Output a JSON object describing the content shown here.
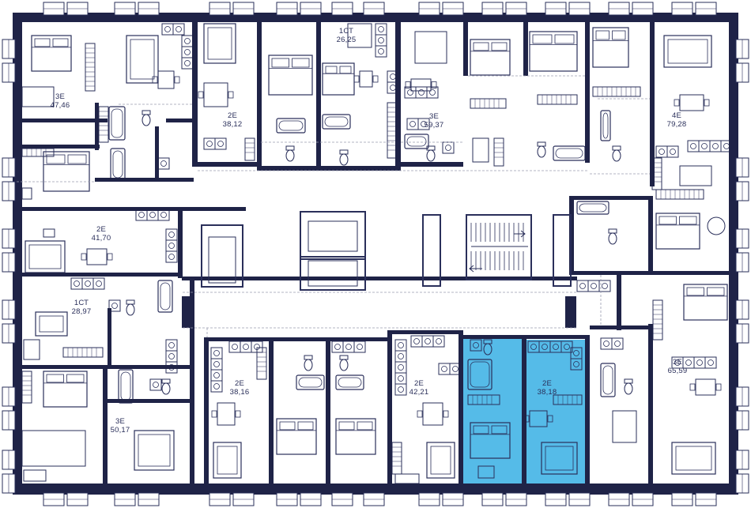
{
  "colors": {
    "wall": "#1f2347",
    "line": "#2a2f5a",
    "thin": "#9a9cb0",
    "highlight": "#55bbe8",
    "background": "#ffffff"
  },
  "apartments": [
    {
      "id": "apt-1",
      "type": "3Е",
      "area": "47,46"
    },
    {
      "id": "apt-2",
      "type": "2Е",
      "area": "38,12"
    },
    {
      "id": "apt-3",
      "type": "1СТ",
      "area": "26,25"
    },
    {
      "id": "apt-4",
      "type": "3Е",
      "area": "59,37"
    },
    {
      "id": "apt-5",
      "type": "4Е",
      "area": "79,28"
    },
    {
      "id": "apt-6",
      "type": "2Е",
      "area": "41,70"
    },
    {
      "id": "apt-7",
      "type": "1СТ",
      "area": "28,97"
    },
    {
      "id": "apt-8",
      "type": "3Е",
      "area": "50,17"
    },
    {
      "id": "apt-9",
      "type": "2Е",
      "area": "38,16"
    },
    {
      "id": "apt-10",
      "type": "2Е",
      "area": "42,21"
    },
    {
      "id": "apt-11",
      "type": "2Е",
      "area": "38,18",
      "highlighted": true
    },
    {
      "id": "apt-12",
      "type": "3Е",
      "area": "65,59"
    }
  ],
  "icons": {
    "stairs": "staircase-icon",
    "elevator": "elevator-icon",
    "bed": "bed-icon",
    "sofa": "sofa-icon",
    "bath": "bathtub-icon",
    "toilet": "toilet-icon",
    "stove": "stove-icon"
  }
}
